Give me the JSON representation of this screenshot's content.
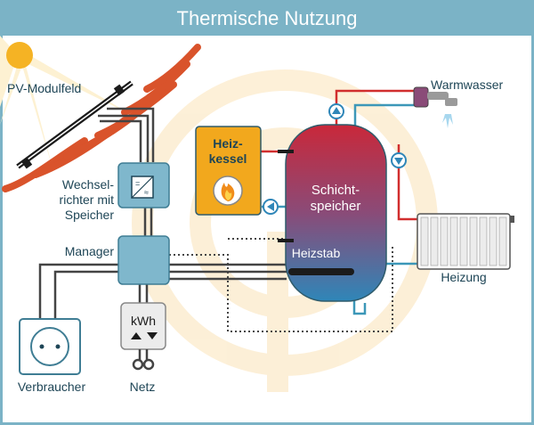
{
  "title": "Thermische Nutzung",
  "labels": {
    "pv_field": "PV-Modulfeld",
    "inverter_line1": "Wechsel-",
    "inverter_line2": "richter mit",
    "inverter_line3": "Speicher",
    "manager": "Manager",
    "consumer": "Verbraucher",
    "grid": "Netz",
    "meter": "kWh",
    "boiler_line1": "Heiz-",
    "boiler_line2": "kessel",
    "storage_line1": "Schicht-",
    "storage_line2": "speicher",
    "heating_rod": "Heizstab",
    "hot_water": "Warmwasser",
    "heating": "Heizung"
  },
  "colors": {
    "header_bg": "#7bb3c6",
    "frame_border": "#7bb3c6",
    "sun": "#f5b324",
    "roof_tiles": "#d9532b",
    "device_fill": "#7fb7cc",
    "device_stroke": "#3f7d94",
    "boiler_fill": "#f2a81d",
    "tank_top": "#c9283a",
    "tank_bottom": "#2f86b8",
    "hot_pipe": "#d12e2e",
    "cold_pipe": "#3c97b8",
    "cable": "#444444",
    "watermark": "#fbeacb",
    "label_text": "#1e4556"
  },
  "icons": [
    "sun-icon",
    "pv-module-icon",
    "inverter-icon",
    "flame-icon",
    "socket-icon",
    "pump-icon",
    "mixing-valve-icon",
    "water-tap-icon",
    "radiator-icon",
    "grid-plug-icon"
  ]
}
